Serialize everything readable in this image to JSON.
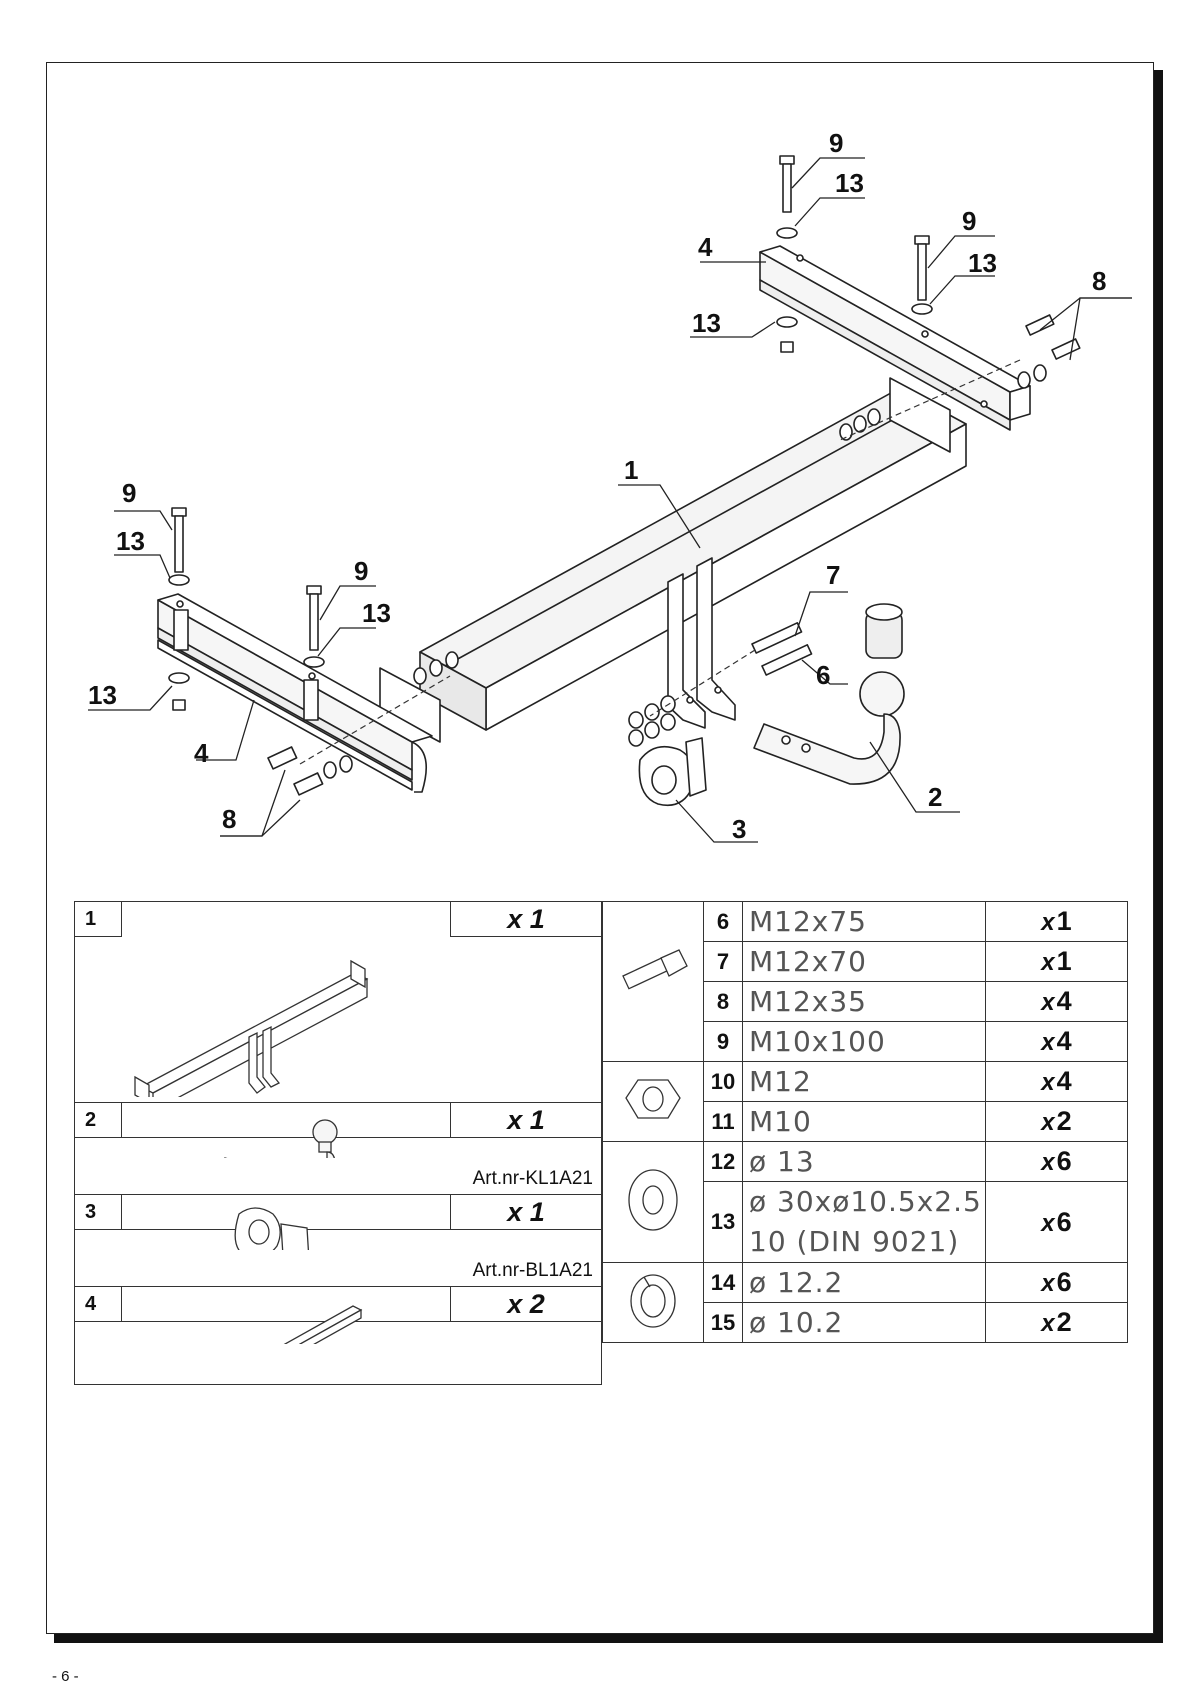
{
  "callouts": {
    "c9_top": "9",
    "c13_top": "13",
    "c9_top2": "9",
    "c13_top2": "13",
    "c4_top": "4",
    "c8_top": "8",
    "c13_top3": "13",
    "c1": "1",
    "c9_left": "9",
    "c13_left": "13",
    "c9_left2": "9",
    "c13_left2": "13",
    "c13_left3": "13",
    "c4_left": "4",
    "c8_left": "8",
    "c7": "7",
    "c6": "6",
    "c2": "2",
    "c3": "3"
  },
  "parts_left": [
    {
      "num": "1",
      "qty": "x 1",
      "art": ""
    },
    {
      "num": "2",
      "qty": "x 1",
      "art": "Art.nr-KL1A21"
    },
    {
      "num": "3",
      "qty": "x 1",
      "art": "Art.nr-BL1A21"
    },
    {
      "num": "4",
      "qty": "x 2",
      "art": ""
    }
  ],
  "parts_right": [
    {
      "num": "6",
      "desc": "M12x75",
      "qty_x": "x",
      "qty_n": "1"
    },
    {
      "num": "7",
      "desc": "M12x70",
      "qty_x": "x",
      "qty_n": "1"
    },
    {
      "num": "8",
      "desc": "M12x35",
      "qty_x": "x",
      "qty_n": "4"
    },
    {
      "num": "9",
      "desc": "M10x100",
      "qty_x": "x",
      "qty_n": "4"
    },
    {
      "num": "10",
      "desc": "M12",
      "qty_x": "x",
      "qty_n": "4"
    },
    {
      "num": "11",
      "desc": "M10",
      "qty_x": "x",
      "qty_n": "2"
    },
    {
      "num": "12",
      "desc": "ø 13",
      "qty_x": "x",
      "qty_n": "6"
    },
    {
      "num": "13",
      "desc": "ø 30xø10.5x2.5",
      "desc2": "10   (DIN 9021)",
      "qty_x": "x",
      "qty_n": "6"
    },
    {
      "num": "14",
      "desc": "ø 12.2",
      "qty_x": "x",
      "qty_n": "6"
    },
    {
      "num": "15",
      "desc": "ø 10.2",
      "qty_x": "x",
      "qty_n": "2"
    }
  ],
  "footer": "- 6 -"
}
